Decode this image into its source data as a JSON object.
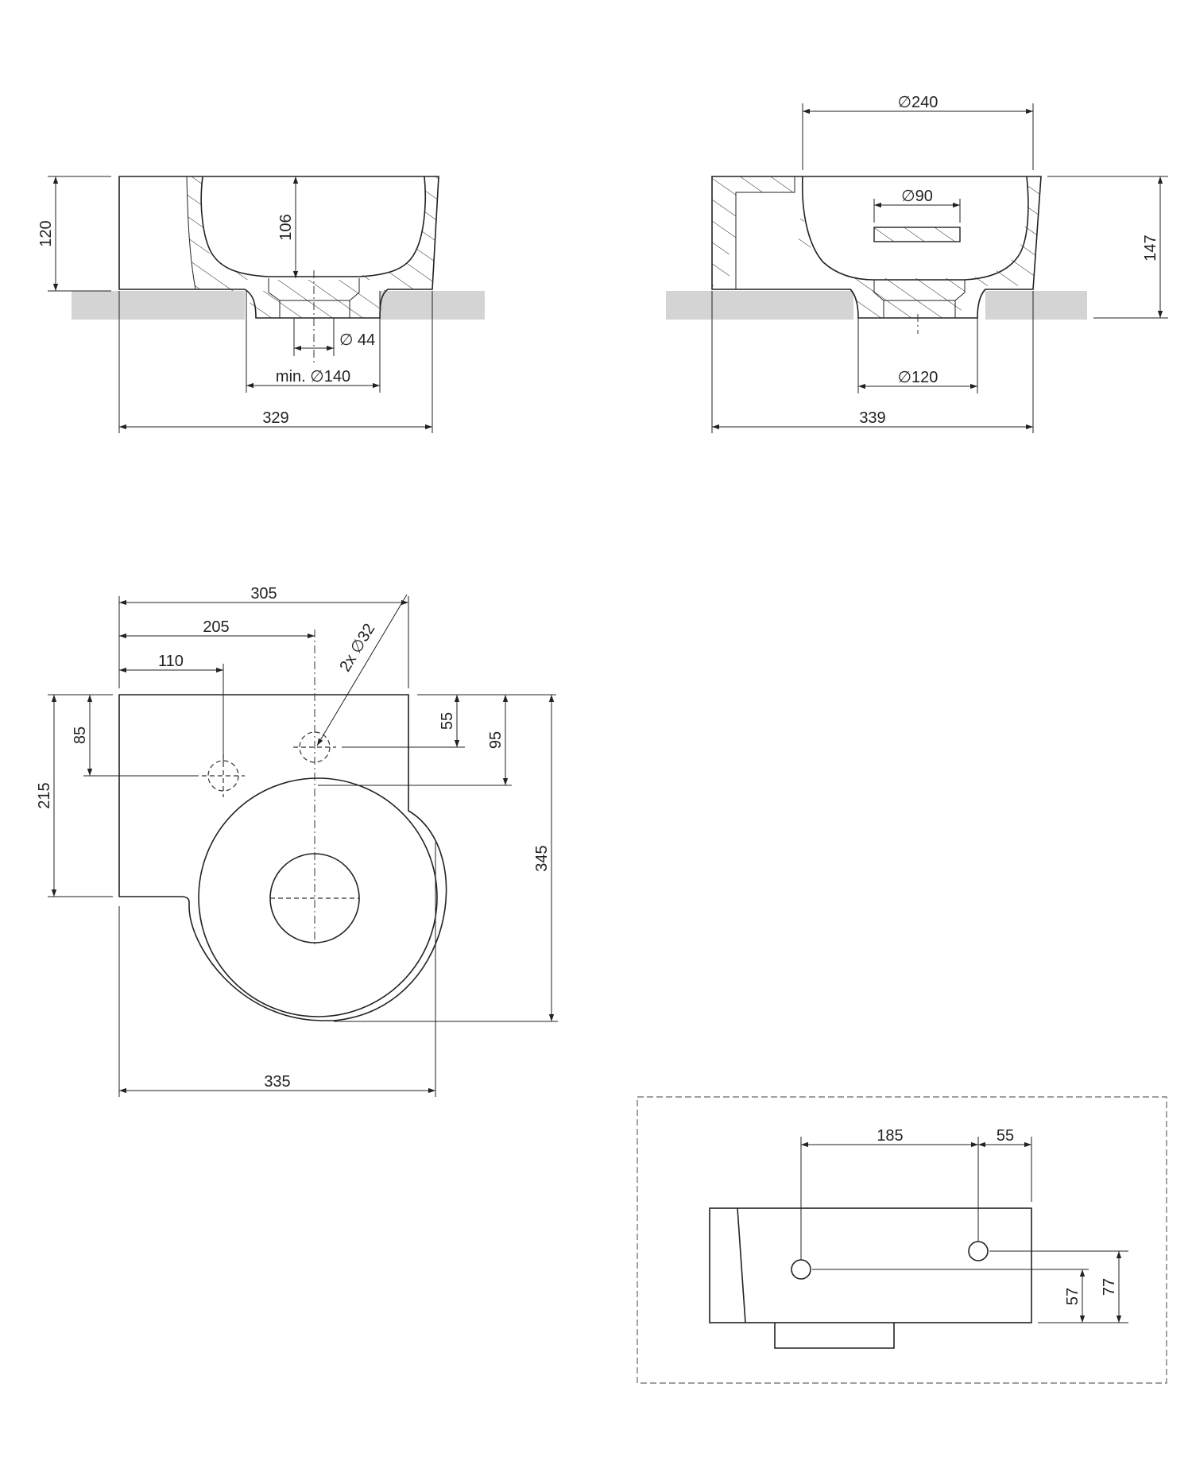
{
  "views": {
    "section_a": {
      "height": "120",
      "inner_depth": "106",
      "drain_dia": "44",
      "min_hole": "140",
      "min_prefix": "min.",
      "width": "329"
    },
    "section_b": {
      "bowl_dia": "240",
      "overflow_dia": "90",
      "height": "147",
      "base_dia": "120",
      "width": "339"
    },
    "plan": {
      "width_top": "305",
      "tap_hole_2": "205",
      "tap_hole_1": "110",
      "tap_holes_label": "2x",
      "tap_holes_dia": "32",
      "hole1_from_back": "85",
      "hole2_from_back": "55",
      "bowl_center": "95",
      "ledge_depth": "215",
      "depth": "345",
      "width": "335"
    },
    "detail": {
      "hole_spacing": "185",
      "edge_offset": "55",
      "hole_height_1": "57",
      "hole_height_2": "77"
    }
  },
  "symbols": {
    "diameter": "∅"
  }
}
